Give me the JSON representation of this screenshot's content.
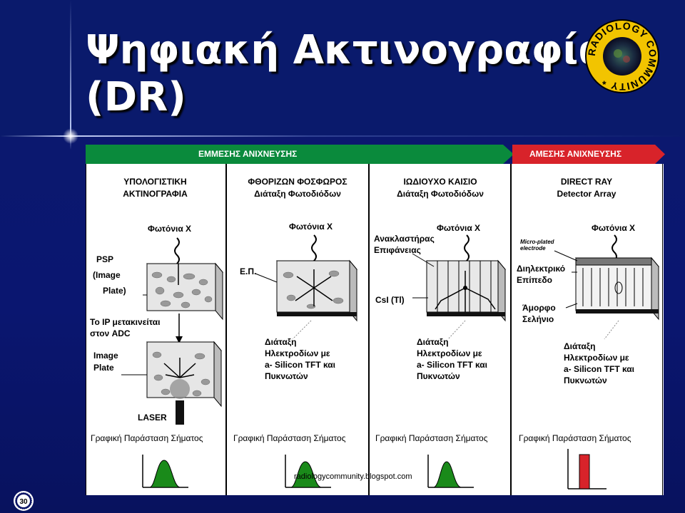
{
  "slide": {
    "title_line1": "Ψηφιακή Ακτινογραφία",
    "title_line2": "(DR)",
    "page_number": "30",
    "footer_url": "radiologycommunity.blogspot.com"
  },
  "logo": {
    "text": "RADIOLOGY COMMUNITY *"
  },
  "banners": {
    "indirect": "ΕΜΜΕΣΗΣ ΑΝΙΧΝΕΥΣΗΣ",
    "direct": "ΑΜΕΣΗΣ ΑΝΙΧΝΕΥΣΗΣ"
  },
  "columns": [
    {
      "title_line1": "ΥΠΟΛΟΓΙΣΤΙΚΗ",
      "title_line2": "ΑΚΤΙΝΟΓΡΑΦΙΑ",
      "photons": "Φωτόνια Χ",
      "psp1": "PSP",
      "psp2": "(Image",
      "psp3": "Plate)",
      "move1": "Το IP μετακινείται",
      "move2": "στον ADC",
      "plate1": "Image",
      "plate2": "Plate",
      "laser": "LASER",
      "signal": "Γραφική Παράσταση Σήματος"
    },
    {
      "title_line1": "ΦΘΟΡΙΖΩΝ ΦΟΣΦΩΡΟΣ",
      "title_line2": "Διάταξη Φωτοδιόδων",
      "photons": "Φωτόνια Χ",
      "ep": "Ε.Π.",
      "arr1": "Διάταξη",
      "arr2": "Ηλεκτροδίων με",
      "arr3": "a- Silicon TFT και",
      "arr4": "Πυκνωτών",
      "signal": "Γραφική Παράσταση Σήματος"
    },
    {
      "title_line1": "ΙΩΔΙΟΥΧΟ ΚΑΙΣΙΟ",
      "title_line2": "Διάταξη Φωτοδιόδων",
      "photons": "Φωτόνια Χ",
      "refl1": "Ανακλαστήρας",
      "refl2": "Επιφάνειας",
      "csi": "CsI (Tl)",
      "arr1": "Διάταξη",
      "arr2": "Ηλεκτροδίων με",
      "arr3": "a- Silicon TFT και",
      "arr4": "Πυκνωτών",
      "signal": "Γραφική Παράσταση Σήματος"
    },
    {
      "title_line1": "DIRECT RAY",
      "title_line2": "Detector Array",
      "photons": "Φωτόνια Χ",
      "micro1": "Micro-plated",
      "micro2": "electrode",
      "diel1": "Διηλεκτρικό",
      "diel2": "Επίπεδο",
      "amor1": "Άμορφο",
      "amor2": "Σελήνιο",
      "arr1": "Διάταξη",
      "arr2": "Ηλεκτροδίων με",
      "arr3": "a- Silicon TFT και",
      "arr4": "Πυκνωτών",
      "signal": "Γραφική Παράσταση Σήματος"
    }
  ],
  "colors": {
    "background": "#0a1466",
    "indirect_banner": "#0a8a3c",
    "direct_banner": "#d8232a",
    "signal_green": "#1a8a1a",
    "signal_red": "#d8232a"
  }
}
